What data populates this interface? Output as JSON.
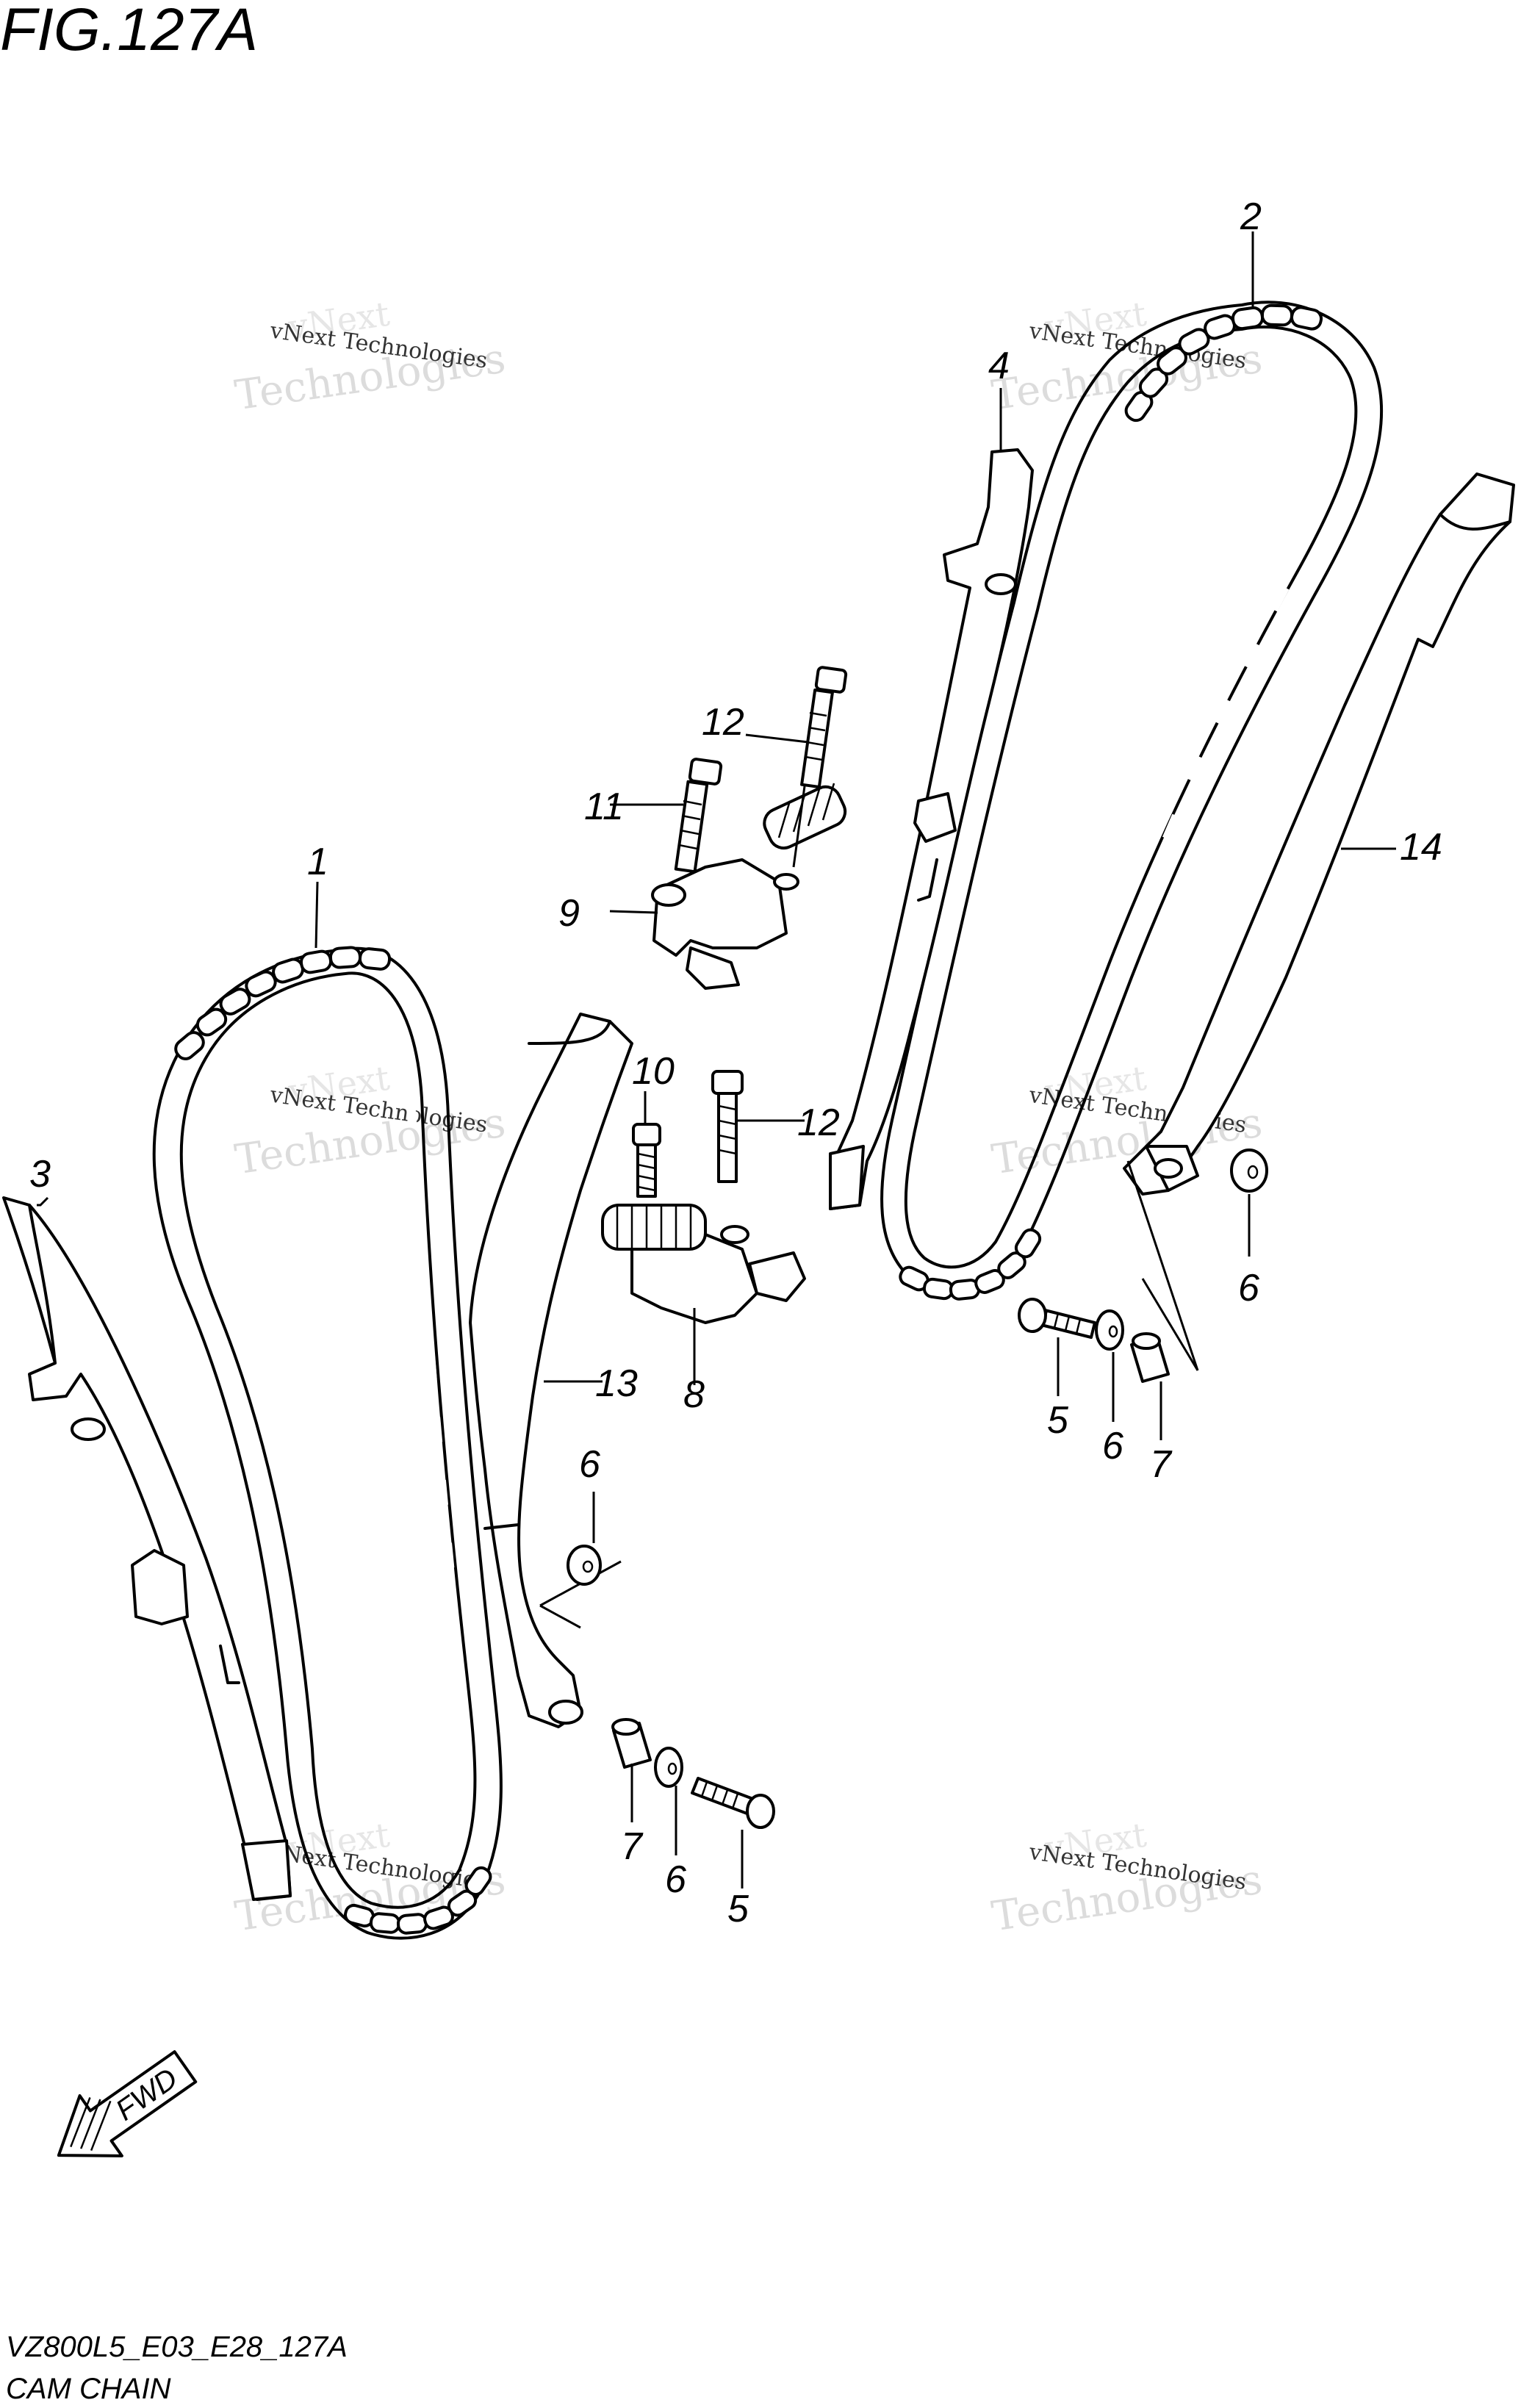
{
  "figure_title": "FIG.127A",
  "footer": {
    "model_code": "VZ800L5_E03_E28_127A",
    "section_name": "CAM CHAIN"
  },
  "fwd_label": "FWD",
  "watermark": {
    "line_small": "vNext Technologies",
    "line_big": "Technologies",
    "line_top": "vNext"
  },
  "callouts": [
    "1",
    "2",
    "3",
    "4",
    "5",
    "5",
    "6",
    "6",
    "6",
    "7",
    "7",
    "8",
    "9",
    "10",
    "11",
    "12",
    "12",
    "13",
    "14"
  ]
}
